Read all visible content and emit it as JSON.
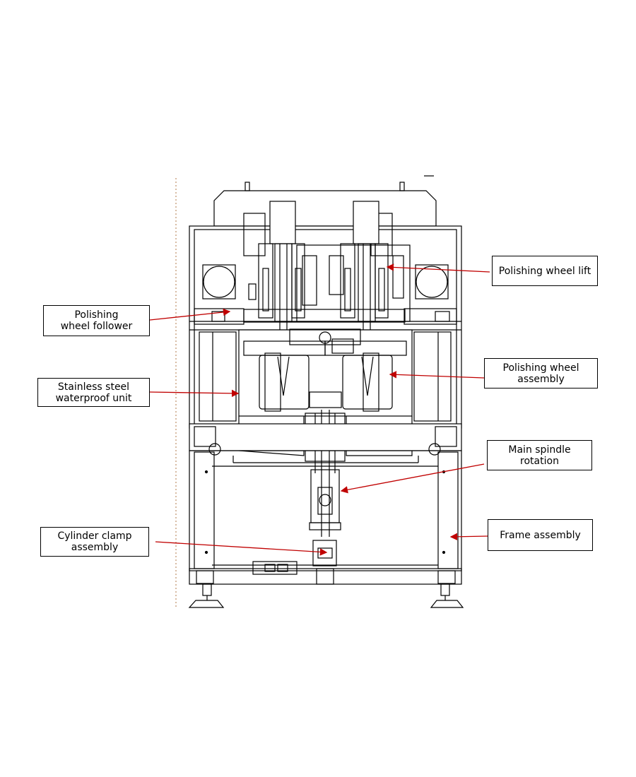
{
  "diagram": {
    "labels": {
      "polishing_wheel_lift": "Polishing wheel lift",
      "polishing_wheel_follower": "Polishing\nwheel follower",
      "polishing_wheel_assembly": "Polishing wheel\nassembly",
      "stainless_steel_waterproof_unit": "Stainless steel\nwaterproof unit",
      "main_spindle_rotation": "Main spindle\nrotation",
      "frame_assembly": "Frame assembly",
      "cylinder_clamp_assembly": "Cylinder clamp\nassembly"
    },
    "colors": {
      "line": "#000000",
      "leader": "#c00000",
      "guide": "#b07a4a",
      "background": "#ffffff"
    }
  }
}
